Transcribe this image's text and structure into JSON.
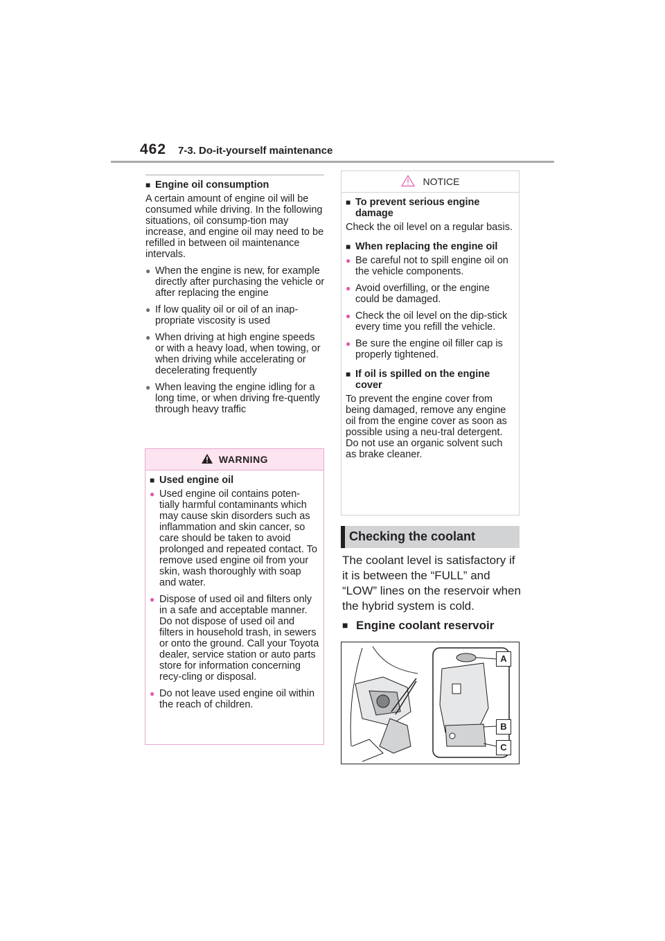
{
  "header": {
    "page_number": "462",
    "section_title": "7-3. Do-it-yourself maintenance"
  },
  "left": {
    "oil_consumption": {
      "heading": "Engine oil consumption",
      "intro": "A certain amount of engine oil will be consumed while driving. In the following situations, oil consump-tion may increase, and engine oil may need to be refilled in between oil maintenance intervals.",
      "bullets": [
        "When the engine is new, for example directly after purchasing the vehicle or after replacing the engine",
        "If low quality oil or oil of an inap-propriate viscosity is used",
        "When driving at high engine speeds or with a heavy load, when towing, or when driving while accelerating or decelerating frequently",
        "When leaving the engine idling for a long time, or when driving fre-quently through heavy traffic"
      ]
    },
    "warning": {
      "title": "WARNING",
      "heading": "Used engine oil",
      "bullets": [
        "Used engine oil contains poten-tially harmful contaminants which may cause skin disorders such as inflammation and skin cancer, so care should be taken to avoid prolonged and repeated contact. To remove used engine oil from your skin, wash thoroughly with soap and water.",
        "Dispose of used oil and filters only in a safe and acceptable manner. Do not dispose of used oil and filters in household trash, in sewers or onto the ground. Call your Toyota dealer, service station or auto parts store for information concerning recy-cling or disposal.",
        "Do not leave used engine oil within the reach of children."
      ]
    }
  },
  "right": {
    "notice": {
      "title": "NOTICE",
      "heading1": "To prevent serious engine damage",
      "text1": "Check the oil level on a regular basis.",
      "heading2": "When replacing the engine oil",
      "bullets": [
        "Be careful not to spill engine oil on the vehicle components.",
        "Avoid overfilling, or the engine could be damaged.",
        "Check the oil level on the dip-stick every time you refill the vehicle.",
        "Be sure the engine oil filler cap is properly tightened."
      ],
      "heading3": "If oil is spilled on the engine cover",
      "text3": "To prevent the engine cover from being damaged, remove any engine oil from the engine cover as soon as possible using a neu-tral detergent. Do not use an organic solvent such as brake cleaner."
    },
    "coolant": {
      "title": "Checking the coolant",
      "body": "The coolant level is satisfactory if it is between the “FULL” and “LOW” lines on the reservoir when the hybrid system is cold.",
      "subheading": "Engine coolant reservoir",
      "figure_labels": [
        "A",
        "B",
        "C"
      ]
    }
  },
  "colors": {
    "warning_border": "#e8a7cf",
    "warning_header_bg": "#fce4f1",
    "bullet_pink": "#e05aa8",
    "section_bar_bg": "#d1d3d4"
  }
}
